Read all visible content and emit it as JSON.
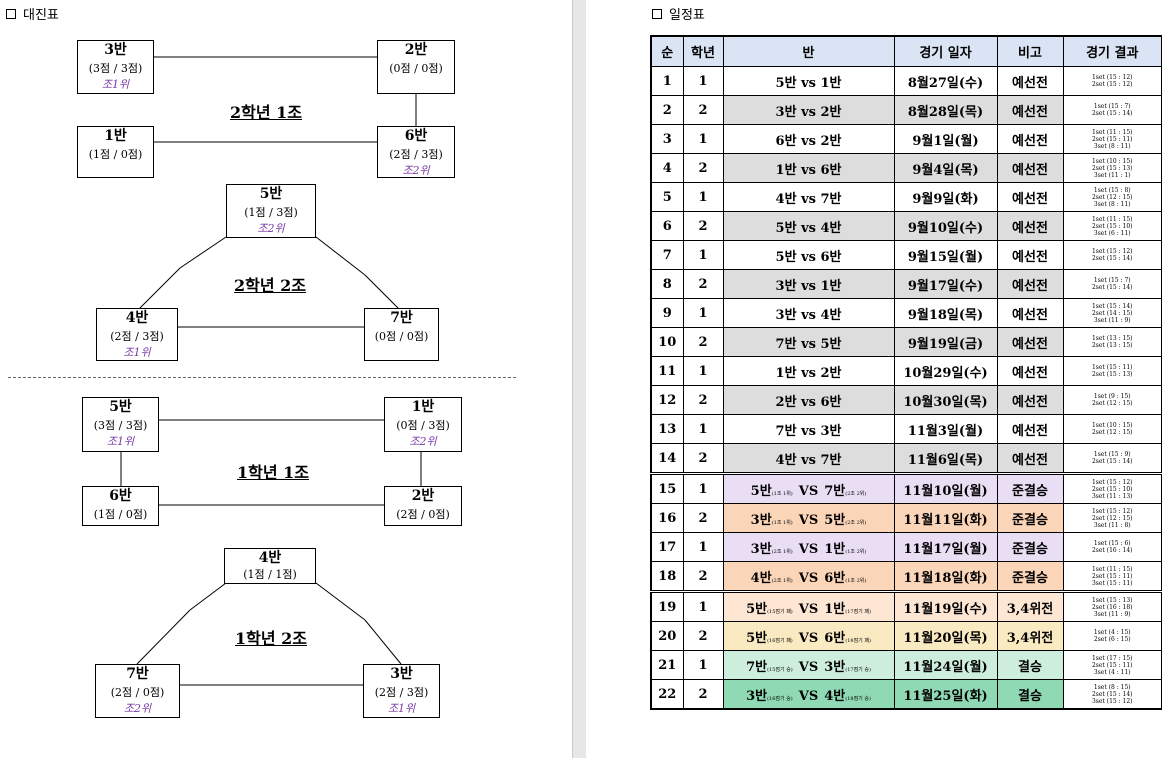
{
  "left_title": "대진표",
  "right_title": "일정표",
  "gray": "#dddddd",
  "accent_purple": "#7a3aa8",
  "grades": [
    {
      "name": "2학년 1조",
      "teams": [
        {
          "name": "3반",
          "score": "(3점 / 3점)",
          "rank": "조1위"
        },
        {
          "name": "2반",
          "score": "(0점 / 0점)",
          "rank": ""
        },
        {
          "name": "1반",
          "score": "(1점 / 0점)",
          "rank": ""
        },
        {
          "name": "6반",
          "score": "(2점 / 3점)",
          "rank": "조2위"
        }
      ]
    },
    {
      "name": "2학년 2조",
      "teams": [
        {
          "name": "5반",
          "score": "(1점 / 3점)",
          "rank": "조2위"
        },
        {
          "name": "4반",
          "score": "(2점 / 3점)",
          "rank": "조1위"
        },
        {
          "name": "7반",
          "score": "(0점 / 0점)",
          "rank": ""
        }
      ]
    },
    {
      "name": "1학년 1조",
      "teams": [
        {
          "name": "5반",
          "score": "(3점 / 3점)",
          "rank": "조1위"
        },
        {
          "name": "1반",
          "score": "(0점 / 3점)",
          "rank": "조2위"
        },
        {
          "name": "6반",
          "score": "(1점 / 0점)",
          "rank": ""
        },
        {
          "name": "2반",
          "score": "(2점 / 0점)",
          "rank": ""
        }
      ]
    },
    {
      "name": "1학년 2조",
      "teams": [
        {
          "name": "4반",
          "score": "(1점 / 1점)",
          "rank": ""
        },
        {
          "name": "7반",
          "score": "(2점 / 0점)",
          "rank": "조2위"
        },
        {
          "name": "3반",
          "score": "(2점 / 3점)",
          "rank": "조1위"
        }
      ]
    }
  ],
  "schedule": {
    "headers": [
      "순",
      "학년",
      "반",
      "경기 일자",
      "비고",
      "경기 결과"
    ],
    "rows": [
      {
        "no": "1",
        "grade": "1",
        "match": "5반 vs 1반",
        "date": "8월27일(수)",
        "note": "예선전",
        "results": [
          "1set (15 : 12)",
          "2set (15 : 12)"
        ],
        "bg": "#ffffff"
      },
      {
        "no": "2",
        "grade": "2",
        "match": "3반 vs 2반",
        "date": "8월28일(목)",
        "note": "예선전",
        "results": [
          "1set (15 : 7)",
          "2set (15 : 14)"
        ],
        "bg": "#dddddd"
      },
      {
        "no": "3",
        "grade": "1",
        "match": "6반 vs 2반",
        "date": "9월1일(월)",
        "note": "예선전",
        "results": [
          "1set (11 : 15)",
          "2set (15 : 11)",
          "3set (8 : 11)"
        ],
        "bg": "#ffffff"
      },
      {
        "no": "4",
        "grade": "2",
        "match": "1반 vs 6반",
        "date": "9월4일(목)",
        "note": "예선전",
        "results": [
          "1set (10 : 15)",
          "2set (15 : 13)",
          "3set (11 : 1)"
        ],
        "bg": "#dddddd"
      },
      {
        "no": "5",
        "grade": "1",
        "match": "4반 vs 7반",
        "date": "9월9일(화)",
        "note": "예선전",
        "results": [
          "1set (15 : 8)",
          "2set (12 : 15)",
          "3set (8 : 11)"
        ],
        "bg": "#ffffff"
      },
      {
        "no": "6",
        "grade": "2",
        "match": "5반 vs 4반",
        "date": "9월10일(수)",
        "note": "예선전",
        "results": [
          "1set (11 : 15)",
          "2set (15 : 10)",
          "3set (6 : 11)"
        ],
        "bg": "#dddddd"
      },
      {
        "no": "7",
        "grade": "1",
        "match": "5반 vs 6반",
        "date": "9월15일(월)",
        "note": "예선전",
        "results": [
          "1set (15 : 12)",
          "2set (15 : 14)"
        ],
        "bg": "#ffffff"
      },
      {
        "no": "8",
        "grade": "2",
        "match": "3반 vs 1반",
        "date": "9월17일(수)",
        "note": "예선전",
        "results": [
          "1set (15 : 7)",
          "2set (15 : 14)"
        ],
        "bg": "#dddddd"
      },
      {
        "no": "9",
        "grade": "1",
        "match": "3반 vs 4반",
        "date": "9월18일(목)",
        "note": "예선전",
        "results": [
          "1set (15 : 14)",
          "2set (14 : 15)",
          "3set (11 : 9)"
        ],
        "bg": "#ffffff"
      },
      {
        "no": "10",
        "grade": "2",
        "match": "7반 vs 5반",
        "date": "9월19일(금)",
        "note": "예선전",
        "results": [
          "1set (13 : 15)",
          "2set (13 : 15)"
        ],
        "bg": "#dddddd"
      },
      {
        "no": "11",
        "grade": "1",
        "match": "1반 vs 2반",
        "date": "10월29일(수)",
        "note": "예선전",
        "results": [
          "1set (15 : 11)",
          "2set (15 : 13)"
        ],
        "bg": "#ffffff"
      },
      {
        "no": "12",
        "grade": "2",
        "match": "2반 vs 6반",
        "date": "10월30일(목)",
        "note": "예선전",
        "results": [
          "1set (9 : 15)",
          "2set (12 : 15)"
        ],
        "bg": "#dddddd"
      },
      {
        "no": "13",
        "grade": "1",
        "match": "7반 vs 3반",
        "date": "11월3일(월)",
        "note": "예선전",
        "results": [
          "1set (10 : 15)",
          "2set (12 : 15)"
        ],
        "bg": "#ffffff"
      },
      {
        "no": "14",
        "grade": "2",
        "match": "4반 vs 7반",
        "date": "11월6일(목)",
        "note": "예선전",
        "results": [
          "1set (15 : 9)",
          "2set (15 : 14)"
        ],
        "bg": "#dddddd"
      },
      {
        "no": "15",
        "grade": "1",
        "match": "5반",
        "match_sub1": "(1조 1위)",
        "vs": "VS",
        "match2": "7반",
        "match_sub2": "(2조 2위)",
        "date": "11월10일(월)",
        "note": "준결승",
        "results": [
          "1set (15 : 12)",
          "2set (15 : 10)",
          "3set (11 : 13)"
        ],
        "bg": "#e9def4"
      },
      {
        "no": "16",
        "grade": "2",
        "match": "3반",
        "match_sub1": "(1조 1위)",
        "vs": "VS",
        "match2": "5반",
        "match_sub2": "(2조 2위)",
        "date": "11월11일(화)",
        "note": "준결승",
        "results": [
          "1set (15 : 12)",
          "2set (12 : 15)",
          "3set (11 : 8)"
        ],
        "bg": "#fbd5b8"
      },
      {
        "no": "17",
        "grade": "1",
        "match": "3반",
        "match_sub1": "(2조 1위)",
        "vs": "VS",
        "match2": "1반",
        "match_sub2": "(1조 2위)",
        "date": "11월17일(월)",
        "note": "준결승",
        "results": [
          "1set (15 : 6)",
          "2set (16 : 14)"
        ],
        "bg": "#e9def4"
      },
      {
        "no": "18",
        "grade": "2",
        "match": "4반",
        "match_sub1": "(2조 1위)",
        "vs": "VS",
        "match2": "6반",
        "match_sub2": "(1조 2위)",
        "date": "11월18일(화)",
        "note": "준결승",
        "results": [
          "1set (11 : 15)",
          "2set (15 : 11)",
          "3set (15 : 11)"
        ],
        "bg": "#fbd5b8"
      },
      {
        "no": "19",
        "grade": "1",
        "match": "5반",
        "match_sub1": "(15점기 패)",
        "vs": "VS",
        "match2": "1반",
        "match_sub2": "(17점기 패)",
        "date": "11월19일(수)",
        "note": "3,4위전",
        "results": [
          "1set (15 : 13)",
          "2set (16 : 18)",
          "3set (11 : 9)"
        ],
        "bg": "#fde6d4"
      },
      {
        "no": "20",
        "grade": "2",
        "match": "5반",
        "match_sub1": "(16점기 패)",
        "vs": "VS",
        "match2": "6반",
        "match_sub2": "(18점기 패)",
        "date": "11월20일(목)",
        "note": "3,4위전",
        "results": [
          "1set (4 : 15)",
          "2set (6 : 15)"
        ],
        "bg": "#faeac2"
      },
      {
        "no": "21",
        "grade": "1",
        "match": "7반",
        "match_sub1": "(15점기 승)",
        "vs": "VS",
        "match2": "3반",
        "match_sub2": "(17점기 승)",
        "date": "11월24일(월)",
        "note": "결승",
        "results": [
          "1set (17 : 15)",
          "2set (15 : 11)",
          "3set (4 : 11)"
        ],
        "bg": "#cdeedc"
      },
      {
        "no": "22",
        "grade": "2",
        "match": "3반",
        "match_sub1": "(16점기 승)",
        "vs": "VS",
        "match2": "4반",
        "match_sub2": "(18점기 승)",
        "date": "11월25일(화)",
        "note": "결승",
        "results": [
          "1set (8 : 15)",
          "2set (15 : 14)",
          "3set (15 : 12)"
        ],
        "bg": "#8fd9b4"
      }
    ]
  }
}
